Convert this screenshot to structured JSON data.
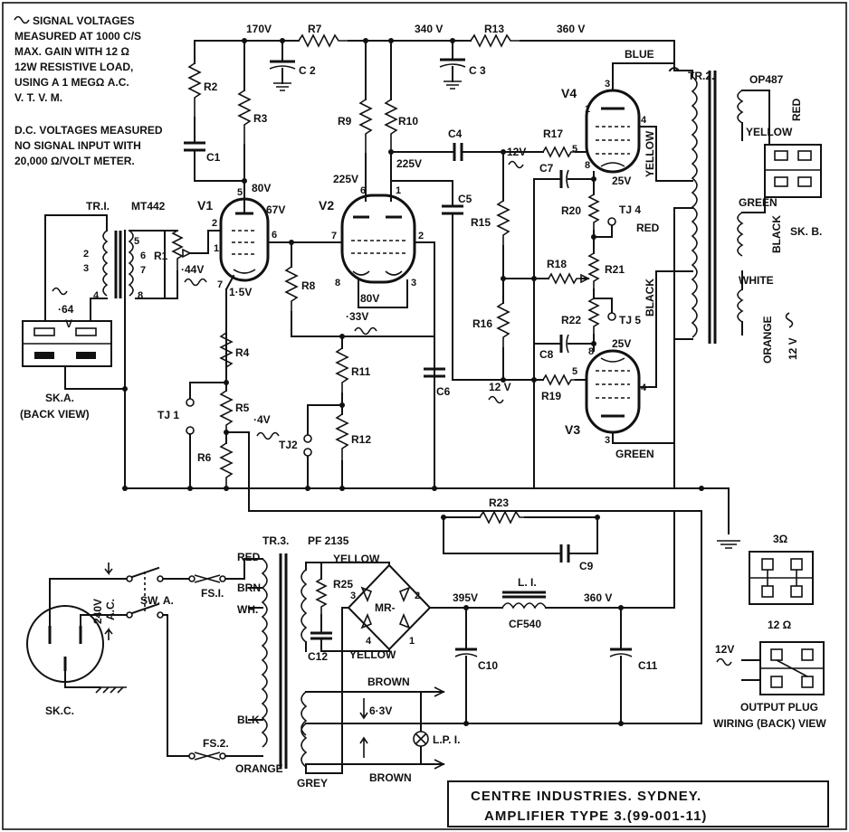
{
  "notes": {
    "signal": [
      "SIGNAL VOLTAGES",
      "MEASURED AT 1000 C/S",
      "MAX. GAIN WITH 12 Ω",
      "12W RESISTIVE LOAD,",
      "USING A 1 MEGΩ A.C.",
      "V. T. V. M."
    ],
    "dc": [
      "D.C. VOLTAGES MEASURED",
      "NO SIGNAL INPUT WITH",
      "20,000 Ω/VOLT METER."
    ]
  },
  "title_block": {
    "line1": "CENTRE INDUSTRIES.  SYDNEY.",
    "line2": "AMPLIFIER TYPE 3.(99-001-11)"
  },
  "voltages": {
    "v170": "170V",
    "v340": "340 V",
    "v360a": "360 V",
    "v80a": "80V",
    "v67": "·67V",
    "v44": "·44V",
    "v15": "1·5V",
    "v225a": "225V",
    "v225b": "225V",
    "v80b": "80V",
    "v33": "·33V",
    "v4": "·4V",
    "v64": "·64",
    "vV": "V",
    "v12a": "12V",
    "v12b": "12 V",
    "v12c": "12 V",
    "v25a": "25V",
    "v25b": "25V",
    "v395": "395V",
    "v360b": "360 V",
    "v63": "6·3V",
    "v240": "240V",
    "vac": "A.C.",
    "v12d": "12V"
  },
  "components": {
    "R2": "R2",
    "R3": "R3",
    "R7": "R7",
    "R13": "R13",
    "R9": "R9",
    "R10": "R10",
    "C1": "C1",
    "C2": "C 2",
    "C3": "C 3",
    "C4": "C4",
    "C5": "C5",
    "C6": "C6",
    "C7": "C7",
    "C8": "C8",
    "C9": "C9",
    "C10": "C10",
    "C11": "C11",
    "C12": "C12",
    "R1": "R1",
    "R4": "R4",
    "R5": "R5",
    "R6": "R6",
    "R8": "R8",
    "R11": "R11",
    "R12": "R12",
    "R15": "R15",
    "R16": "R16",
    "R17": "R17",
    "R18": "R18",
    "R19": "R19",
    "R20": "R20",
    "R21": "R21",
    "R22": "R22",
    "R23": "R23",
    "R25": "R25",
    "TJ1": "TJ 1",
    "TJ2": "TJ2",
    "TJ4": "TJ 4",
    "TJ5": "TJ 5",
    "L1": "L. I.",
    "CF540": "CF540",
    "MR": "MR-",
    "LP1": "L.P. I.",
    "FS1": "FS.I.",
    "FS2": "FS.2.",
    "SWA": "SW. A.",
    "SKC": "SK.C."
  },
  "tubes": {
    "V1": "V1",
    "V2": "V2",
    "V3": "V3",
    "V4": "V4"
  },
  "transformers": {
    "TR1": "TR.I.",
    "MT442": "MT442",
    "TR2": "TR.2.",
    "OP487": "OP487",
    "TR3": "TR.3.",
    "PF2135": "PF 2135"
  },
  "wires": {
    "blue": "BLUE",
    "yellow": "YELLOW",
    "red": "RED",
    "black": "BLACK",
    "green": "GREEN",
    "white": "WHITE",
    "orange": "ORANGE",
    "red2": "RED",
    "yellow2": "YELLOW",
    "green2": "GREEN",
    "black2": "BLACK",
    "skb": "SK. B.",
    "tr3_red": "RED",
    "tr3_brn": "BRN",
    "tr3_wh": "WH.",
    "tr3_blk": "BLK",
    "tr3_orange": "ORANGE",
    "tr3_grey": "GREY",
    "yellow3": "YELLOW",
    "yellow4": "YELLOW",
    "brown1": "BROWN",
    "brown2": "BROWN"
  },
  "pins": {
    "p5a": "5",
    "p2a": "2",
    "p1a": "1",
    "p6a": "6",
    "p7a": "7",
    "p6b": "6",
    "p1b": "1",
    "p7b": "7",
    "p2b": "2",
    "p8b": "8",
    "p3b": "3",
    "p3c": "3",
    "p1c": "1",
    "p5c": "5",
    "p4c": "4",
    "p8c": "8",
    "p8d": "8",
    "p5d": "5",
    "p4d": "4",
    "p3d": "3",
    "t2": "2",
    "t3": "3",
    "t4": "4",
    "t5": "5",
    "t6": "6",
    "t7": "7",
    "t8": "8",
    "mr3": "3",
    "mr2": "2",
    "mr4": "4",
    "mr1": "1"
  },
  "ska": {
    "label": "SK.A.",
    "sub": "(BACK VIEW)"
  },
  "output_plug": {
    "ohm3": "3Ω",
    "ohm12": "12 Ω",
    "caption1": "OUTPUT PLUG",
    "caption2": "WIRING (BACK) VIEW"
  }
}
